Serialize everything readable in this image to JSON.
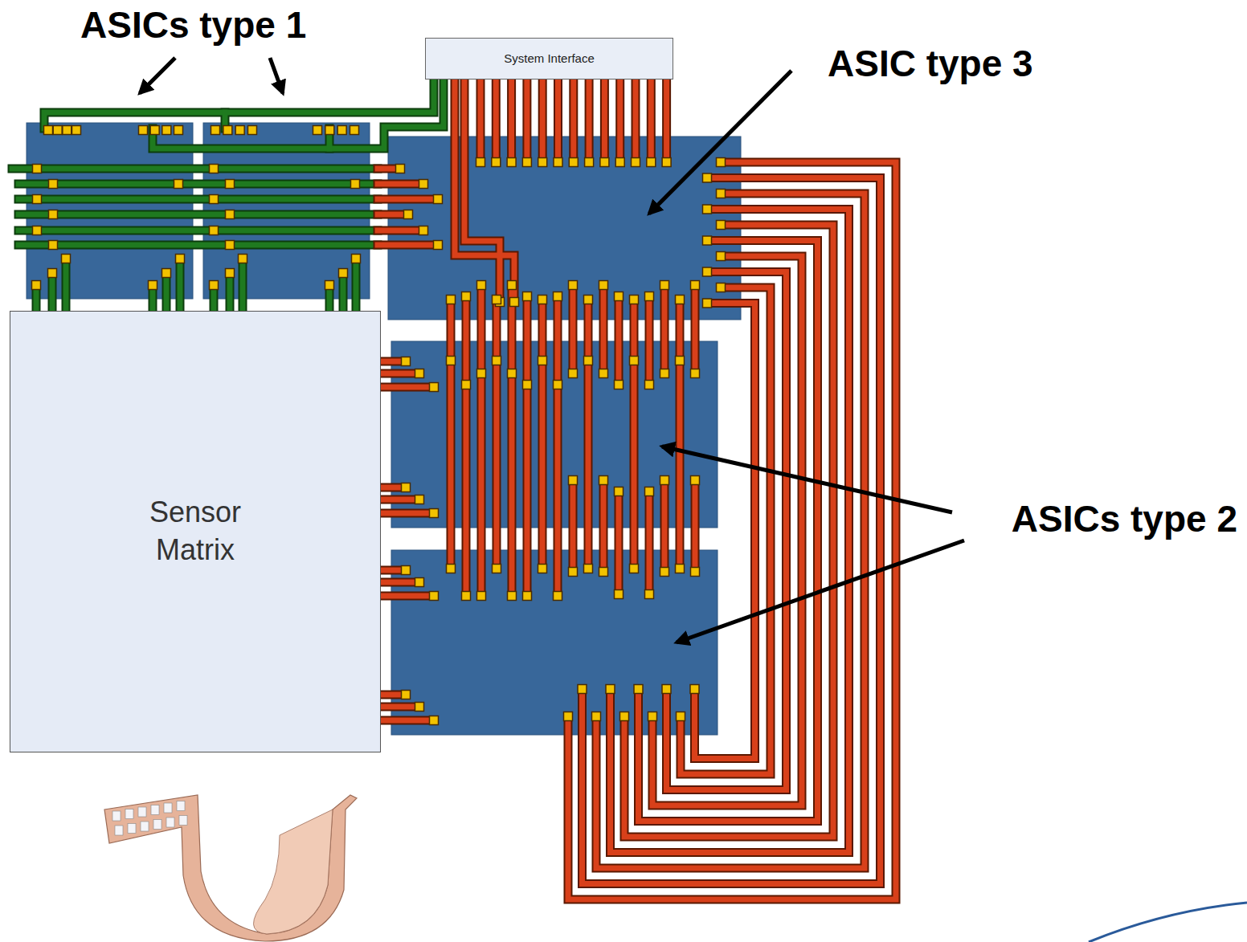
{
  "diagram": {
    "nodes": [
      {
        "text": [
          "System Interface"
        ]
      },
      {
        "text": [
          "Sensor Matrix"
        ]
      }
    ],
    "labels": [
      "ASICs type 1",
      "ASIC type 3",
      "ASICs type 2"
    ]
  }
}
